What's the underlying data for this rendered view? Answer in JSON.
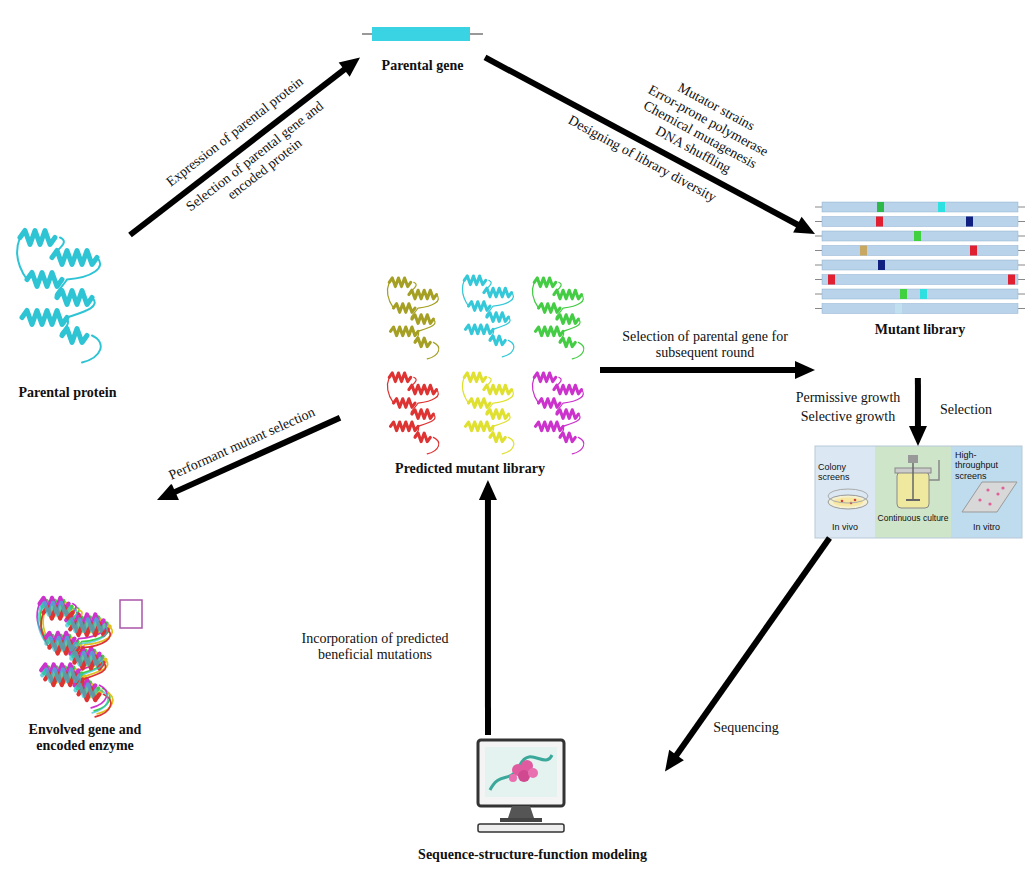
{
  "diagram": {
    "nodes": [
      {
        "text": [
          "Parental gene"
        ]
      },
      {
        "text": [
          "Parental protein"
        ]
      },
      {
        "text": [
          "Predicted mutant library"
        ]
      },
      {
        "text": [
          "Mutant library"
        ]
      },
      {
        "text": []
      },
      {
        "text": [
          "Colony screens",
          "In vivo"
        ],
        "in": 4
      },
      {
        "text": [
          "Continuous culture"
        ],
        "in": 4
      },
      {
        "text": [
          "High-throughput screens",
          "In vitro"
        ],
        "in": 4
      },
      {
        "text": [
          "Envolved gene and encoded enzyme"
        ]
      },
      {
        "text": [
          "Sequence-structure-function modeling"
        ]
      }
    ],
    "edges": [
      {
        "from": 1,
        "to": 0,
        "label": "Expression of parental protein",
        "arrow": "to"
      },
      {
        "from": 0,
        "to": 3,
        "label": "Designing of library diversity",
        "arrow": "to"
      },
      {
        "from": 2,
        "to": 3,
        "label": "Selection of parental gene for subsequent round",
        "arrow": "to"
      },
      {
        "from": 3,
        "to": 4,
        "label": "Selection",
        "arrow": "to"
      },
      {
        "from": 4,
        "to": 9,
        "label": "Sequencing",
        "arrow": "to"
      },
      {
        "from": 9,
        "to": 2,
        "label": "Incorporation of predicted beneficial mutations",
        "arrow": "to"
      },
      {
        "from": 2,
        "to": 8,
        "label": "Performant mutant selection",
        "arrow": "to"
      }
    ],
    "labels": [
      "Selection of parental gene and encoded protein",
      "Mutator strains",
      "Error-prone polymerase",
      "Chemical mutagenesis",
      "DNA shuffling",
      "Permissive growth",
      "Selective growth"
    ]
  }
}
